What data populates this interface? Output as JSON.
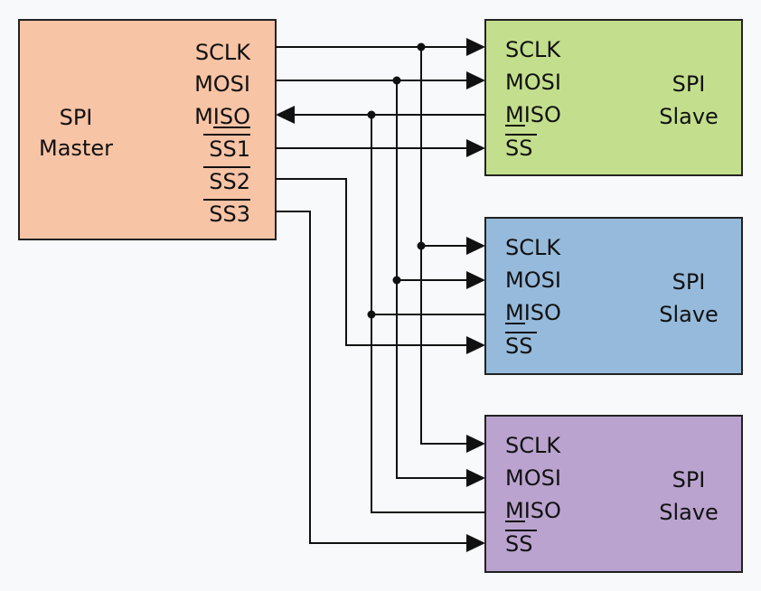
{
  "master": {
    "title_line1": "SPI",
    "title_line2": "Master",
    "color": "#f8c4a6",
    "pins": [
      "SCLK",
      "MOSI",
      "MISO",
      "SS1",
      "SS2",
      "SS3"
    ]
  },
  "slaves": [
    {
      "title_line1": "SPI",
      "title_line2": "Slave",
      "color": "#c3df8d",
      "pins": [
        "SCLK",
        "MOSI",
        "MISO",
        "SS"
      ]
    },
    {
      "title_line1": "SPI",
      "title_line2": "Slave",
      "color": "#96badb",
      "pins": [
        "SCLK",
        "MOSI",
        "MISO",
        "SS"
      ]
    },
    {
      "title_line1": "SPI",
      "title_line2": "Slave",
      "color": "#bba3cf",
      "pins": [
        "SCLK",
        "MOSI",
        "MISO",
        "SS"
      ]
    }
  ]
}
